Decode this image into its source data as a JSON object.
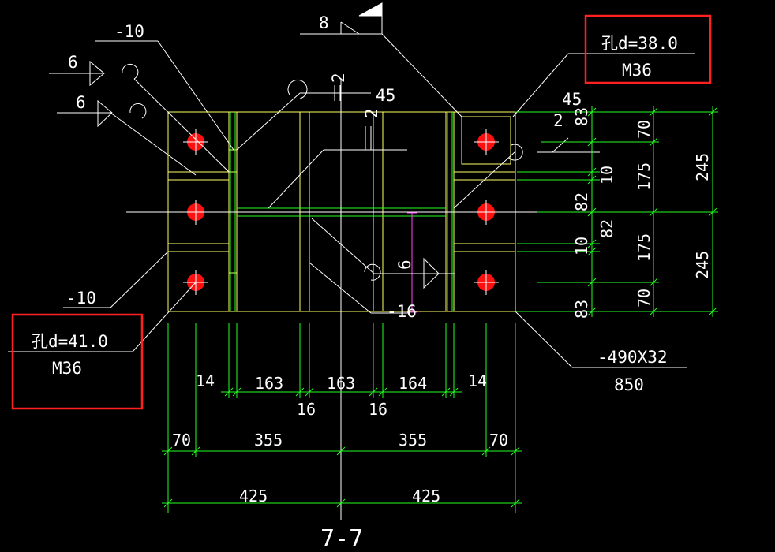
{
  "colors": {
    "background": "#000000",
    "outline": "#ffff66",
    "dimension": "#22ff22",
    "leader": "#ffffff",
    "bolt": "#ff1010",
    "highlight_box": "#ff2020",
    "weld_mark": "#ff44ff"
  },
  "labels": {
    "plate_top_left": "-10",
    "plate_bottom_left": "-10",
    "weld_top_left_1": "6",
    "weld_top_left_2": "6",
    "weld_top_mid": "8",
    "weld_center": "45",
    "weld_center_2": "2",
    "weld_center_2b": "2",
    "weld_right_2": "2",
    "weld_right_45": "45",
    "weld_inner_6": "6",
    "plate_16": "-16",
    "base_plate_size": "-490X32",
    "base_plate_length": "850",
    "section_title": "7-7"
  },
  "hole_top_right": {
    "line1": "孔d=38.0",
    "line2": "M36"
  },
  "hole_bottom_left": {
    "line1": "孔d=41.0",
    "line2": "M36"
  },
  "dims_right_inner": [
    "83",
    "70",
    "10",
    "175",
    "82",
    "82",
    "10",
    "175",
    "70",
    "83"
  ],
  "dims_right_outer": [
    "245",
    "245"
  ],
  "dims_bottom_row1": [
    "14",
    "163",
    "163",
    "164",
    "14"
  ],
  "dims_bottom_row1b": [
    "16",
    "16"
  ],
  "dims_bottom_row2": [
    "70",
    "355",
    "355",
    "70"
  ],
  "dims_bottom_row3": [
    "425",
    "425"
  ]
}
